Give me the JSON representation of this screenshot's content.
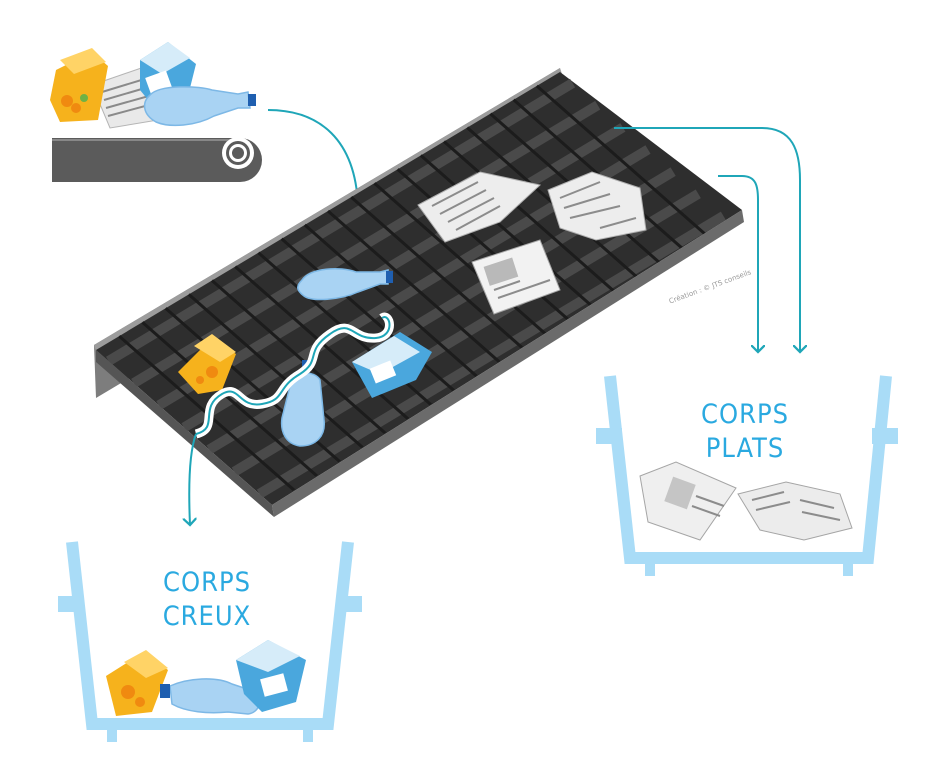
{
  "bins": {
    "hollow": {
      "line1": "CORPS",
      "line2": "CREUX"
    },
    "flat": {
      "line1": "CORPS",
      "line2": "PLATS"
    }
  },
  "credit": "Création : © JTS conseils",
  "colors": {
    "bin": "#a9dcf7",
    "label": "#2aa9e0",
    "arrow": "#1fa6b8",
    "belt": "#5a5a5a",
    "screen": "#2e2e2e",
    "wall": "#7d7d7d",
    "bottle": "#a9d3f3",
    "carton_yellow": "#f6b21c",
    "milk_carton": "#4aa7dd",
    "newspaper": "#e6e6e6"
  }
}
